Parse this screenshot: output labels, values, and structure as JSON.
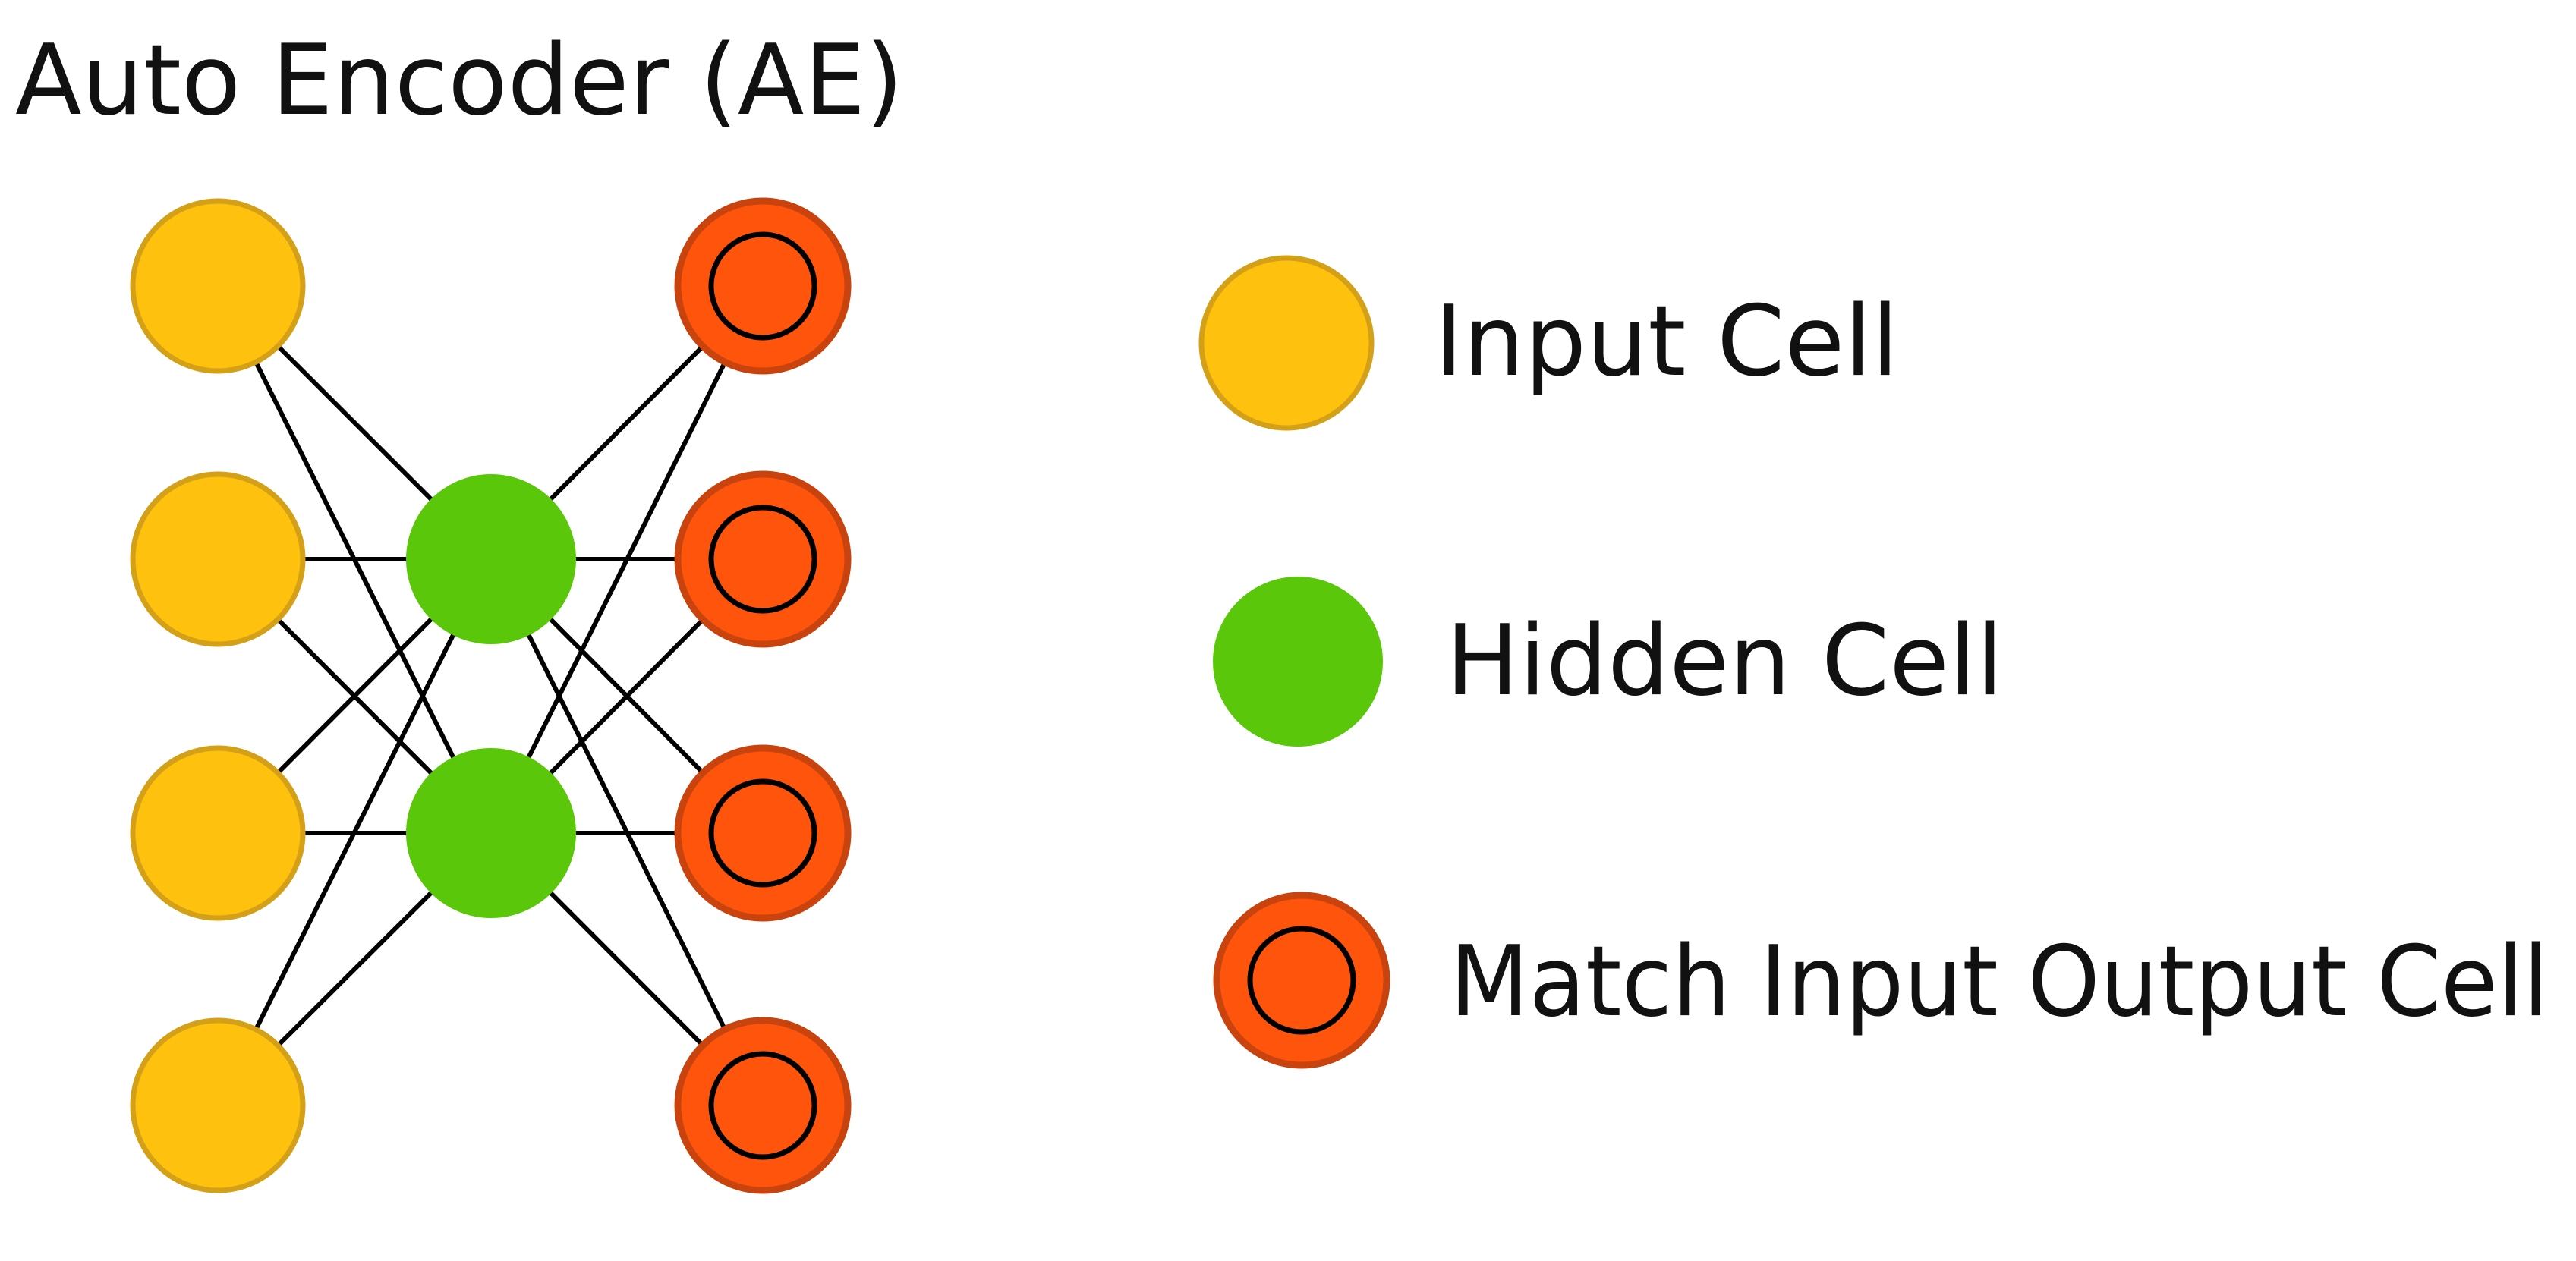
{
  "title": "Auto Encoder (AE)",
  "network": {
    "input_count": 4,
    "hidden_count": 2,
    "output_count": 4,
    "connectivity": "fully-connected"
  },
  "legend": [
    {
      "label": "Input Cell",
      "kind": "input"
    },
    {
      "label": "Hidden Cell",
      "kind": "hidden"
    },
    {
      "label": "Match Input Output Cell",
      "kind": "match"
    }
  ],
  "colors": {
    "input_fill": "#FDC10E",
    "input_stroke": "#D4A018",
    "hidden_fill": "#5AC70A",
    "match_fill": "#FE540C",
    "match_stroke": "#C8430D",
    "inner_ring": "#000000",
    "edge": "#000000"
  }
}
